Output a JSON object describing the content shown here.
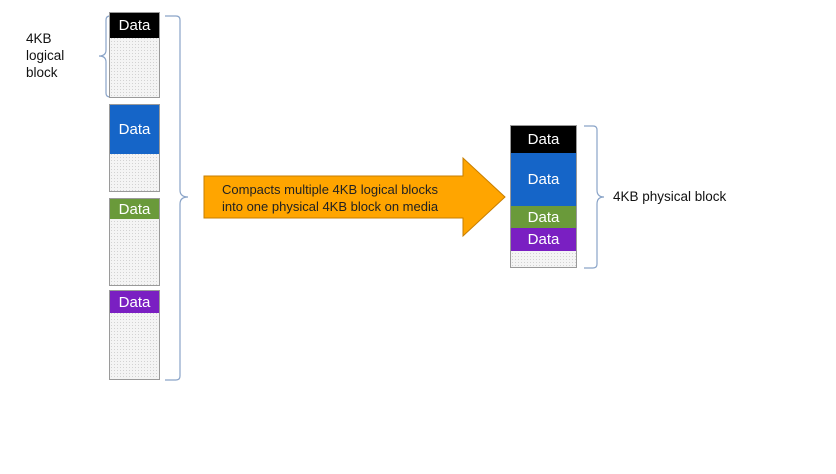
{
  "colors": {
    "black": "#000000",
    "blue": "#1565c8",
    "green": "#6a9a3a",
    "purple": "#7a1fc2",
    "arrow": "#ffa500",
    "bracket": "#8aa4c8"
  },
  "logical_blocks": {
    "label_lines": [
      "4KB",
      "logical",
      "block"
    ],
    "blocks": [
      {
        "data_label": "Data",
        "color": "black"
      },
      {
        "data_label": "Data",
        "color": "blue"
      },
      {
        "data_label": "Data",
        "color": "green"
      },
      {
        "data_label": "Data",
        "color": "purple"
      }
    ]
  },
  "arrow": {
    "lines": [
      "Compacts multiple 4KB logical blocks",
      "into one physical 4KB block on media"
    ]
  },
  "physical_block": {
    "label": "4KB physical block",
    "segments": [
      {
        "data_label": "Data",
        "color": "black"
      },
      {
        "data_label": "Data",
        "color": "blue"
      },
      {
        "data_label": "Data",
        "color": "green"
      },
      {
        "data_label": "Data",
        "color": "purple"
      }
    ]
  }
}
